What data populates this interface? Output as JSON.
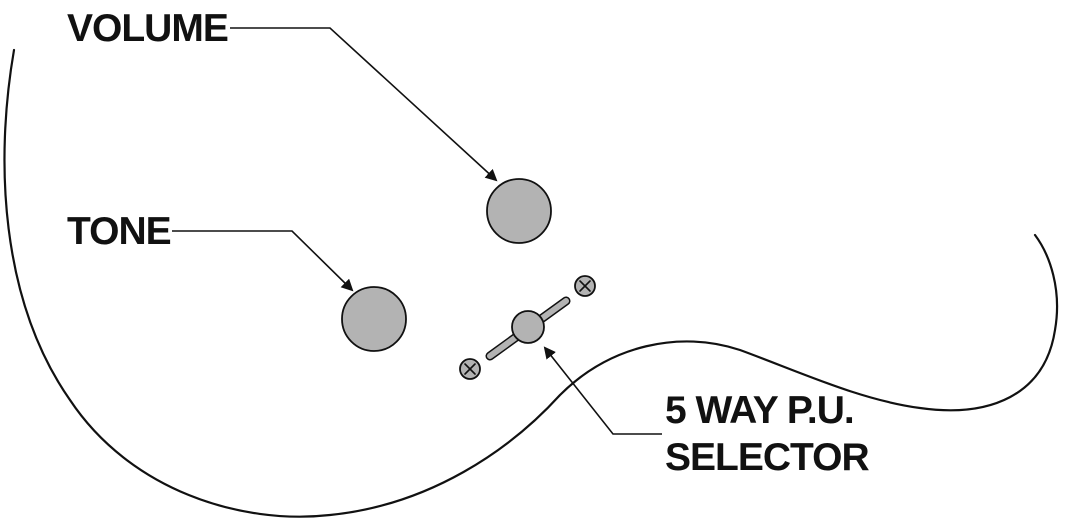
{
  "labels": {
    "volume": "VOLUME",
    "tone": "TONE",
    "selector_line1": "5 WAY P.U.",
    "selector_line2": "SELECTOR"
  },
  "colors": {
    "knob_fill": "#b3b3b3",
    "line": "#111111",
    "background": "#ffffff"
  }
}
